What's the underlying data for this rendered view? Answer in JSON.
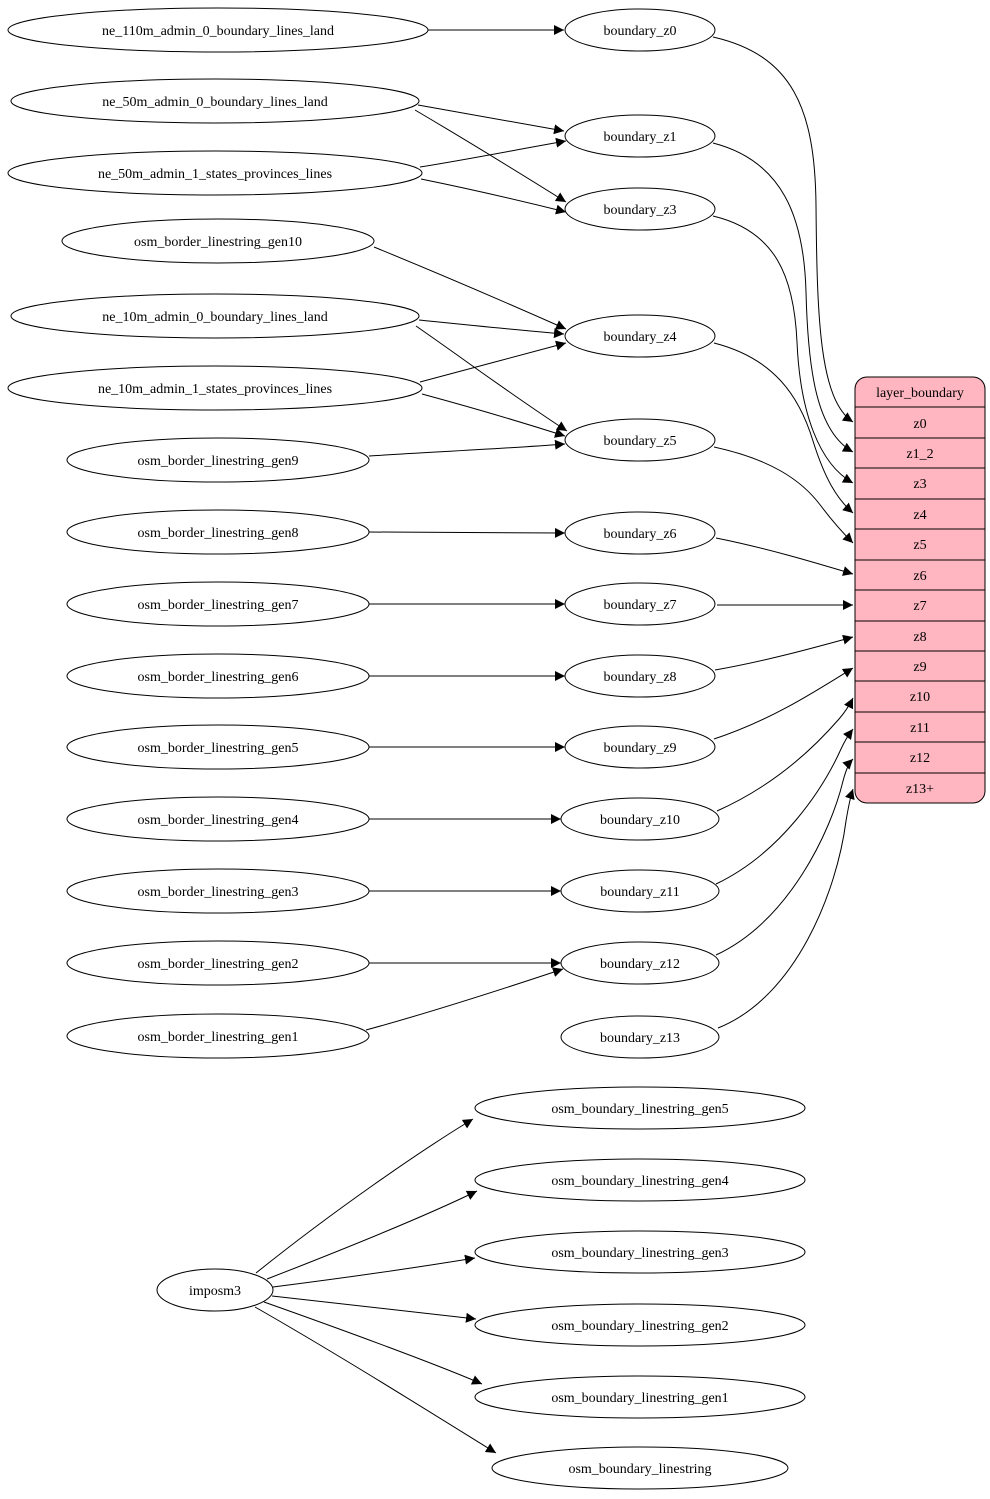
{
  "colors": {
    "table_fill": "#ffb6c1",
    "node_fill": "#ffffff",
    "stroke": "#000000"
  },
  "nodes": {
    "sources": [
      "ne_110m_admin_0_boundary_lines_land",
      "ne_50m_admin_0_boundary_lines_land",
      "ne_50m_admin_1_states_provinces_lines",
      "osm_border_linestring_gen10",
      "ne_10m_admin_0_boundary_lines_land",
      "ne_10m_admin_1_states_provinces_lines",
      "osm_border_linestring_gen9",
      "osm_border_linestring_gen8",
      "osm_border_linestring_gen7",
      "osm_border_linestring_gen6",
      "osm_border_linestring_gen5",
      "osm_border_linestring_gen4",
      "osm_border_linestring_gen3",
      "osm_border_linestring_gen2",
      "osm_border_linestring_gen1"
    ],
    "views": [
      "boundary_z0",
      "boundary_z1",
      "boundary_z3",
      "boundary_z4",
      "boundary_z5",
      "boundary_z6",
      "boundary_z7",
      "boundary_z8",
      "boundary_z9",
      "boundary_z10",
      "boundary_z11",
      "boundary_z12",
      "boundary_z13"
    ],
    "importer": "imposm3",
    "import_tables": [
      "osm_boundary_linestring_gen5",
      "osm_boundary_linestring_gen4",
      "osm_boundary_linestring_gen3",
      "osm_boundary_linestring_gen2",
      "osm_boundary_linestring_gen1",
      "osm_boundary_linestring"
    ]
  },
  "layer_table": {
    "title": "layer_boundary",
    "rows": [
      "z0",
      "z1_2",
      "z3",
      "z4",
      "z5",
      "z6",
      "z7",
      "z8",
      "z9",
      "z10",
      "z11",
      "z12",
      "z13+"
    ]
  },
  "edges": [
    [
      "ne_110m_admin_0_boundary_lines_land",
      "boundary_z0"
    ],
    [
      "ne_50m_admin_0_boundary_lines_land",
      "boundary_z1"
    ],
    [
      "ne_50m_admin_0_boundary_lines_land",
      "boundary_z3"
    ],
    [
      "ne_50m_admin_1_states_provinces_lines",
      "boundary_z1"
    ],
    [
      "ne_50m_admin_1_states_provinces_lines",
      "boundary_z3"
    ],
    [
      "osm_border_linestring_gen10",
      "boundary_z4"
    ],
    [
      "ne_10m_admin_0_boundary_lines_land",
      "boundary_z4"
    ],
    [
      "ne_10m_admin_0_boundary_lines_land",
      "boundary_z5"
    ],
    [
      "ne_10m_admin_1_states_provinces_lines",
      "boundary_z4"
    ],
    [
      "ne_10m_admin_1_states_provinces_lines",
      "boundary_z5"
    ],
    [
      "osm_border_linestring_gen9",
      "boundary_z5"
    ],
    [
      "osm_border_linestring_gen8",
      "boundary_z6"
    ],
    [
      "osm_border_linestring_gen7",
      "boundary_z7"
    ],
    [
      "osm_border_linestring_gen6",
      "boundary_z8"
    ],
    [
      "osm_border_linestring_gen5",
      "boundary_z9"
    ],
    [
      "osm_border_linestring_gen4",
      "boundary_z10"
    ],
    [
      "osm_border_linestring_gen3",
      "boundary_z11"
    ],
    [
      "osm_border_linestring_gen2",
      "boundary_z12"
    ],
    [
      "osm_border_linestring_gen1",
      "boundary_z12"
    ],
    [
      "boundary_z0",
      "layer_boundary.z0"
    ],
    [
      "boundary_z1",
      "layer_boundary.z1_2"
    ],
    [
      "boundary_z3",
      "layer_boundary.z3"
    ],
    [
      "boundary_z4",
      "layer_boundary.z4"
    ],
    [
      "boundary_z5",
      "layer_boundary.z5"
    ],
    [
      "boundary_z6",
      "layer_boundary.z6"
    ],
    [
      "boundary_z7",
      "layer_boundary.z7"
    ],
    [
      "boundary_z8",
      "layer_boundary.z8"
    ],
    [
      "boundary_z9",
      "layer_boundary.z9"
    ],
    [
      "boundary_z10",
      "layer_boundary.z10"
    ],
    [
      "boundary_z11",
      "layer_boundary.z11"
    ],
    [
      "boundary_z12",
      "layer_boundary.z12"
    ],
    [
      "boundary_z13",
      "layer_boundary.z13+"
    ],
    [
      "imposm3",
      "osm_boundary_linestring_gen5"
    ],
    [
      "imposm3",
      "osm_boundary_linestring_gen4"
    ],
    [
      "imposm3",
      "osm_boundary_linestring_gen3"
    ],
    [
      "imposm3",
      "osm_boundary_linestring_gen2"
    ],
    [
      "imposm3",
      "osm_boundary_linestring_gen1"
    ],
    [
      "imposm3",
      "osm_boundary_linestring"
    ]
  ]
}
